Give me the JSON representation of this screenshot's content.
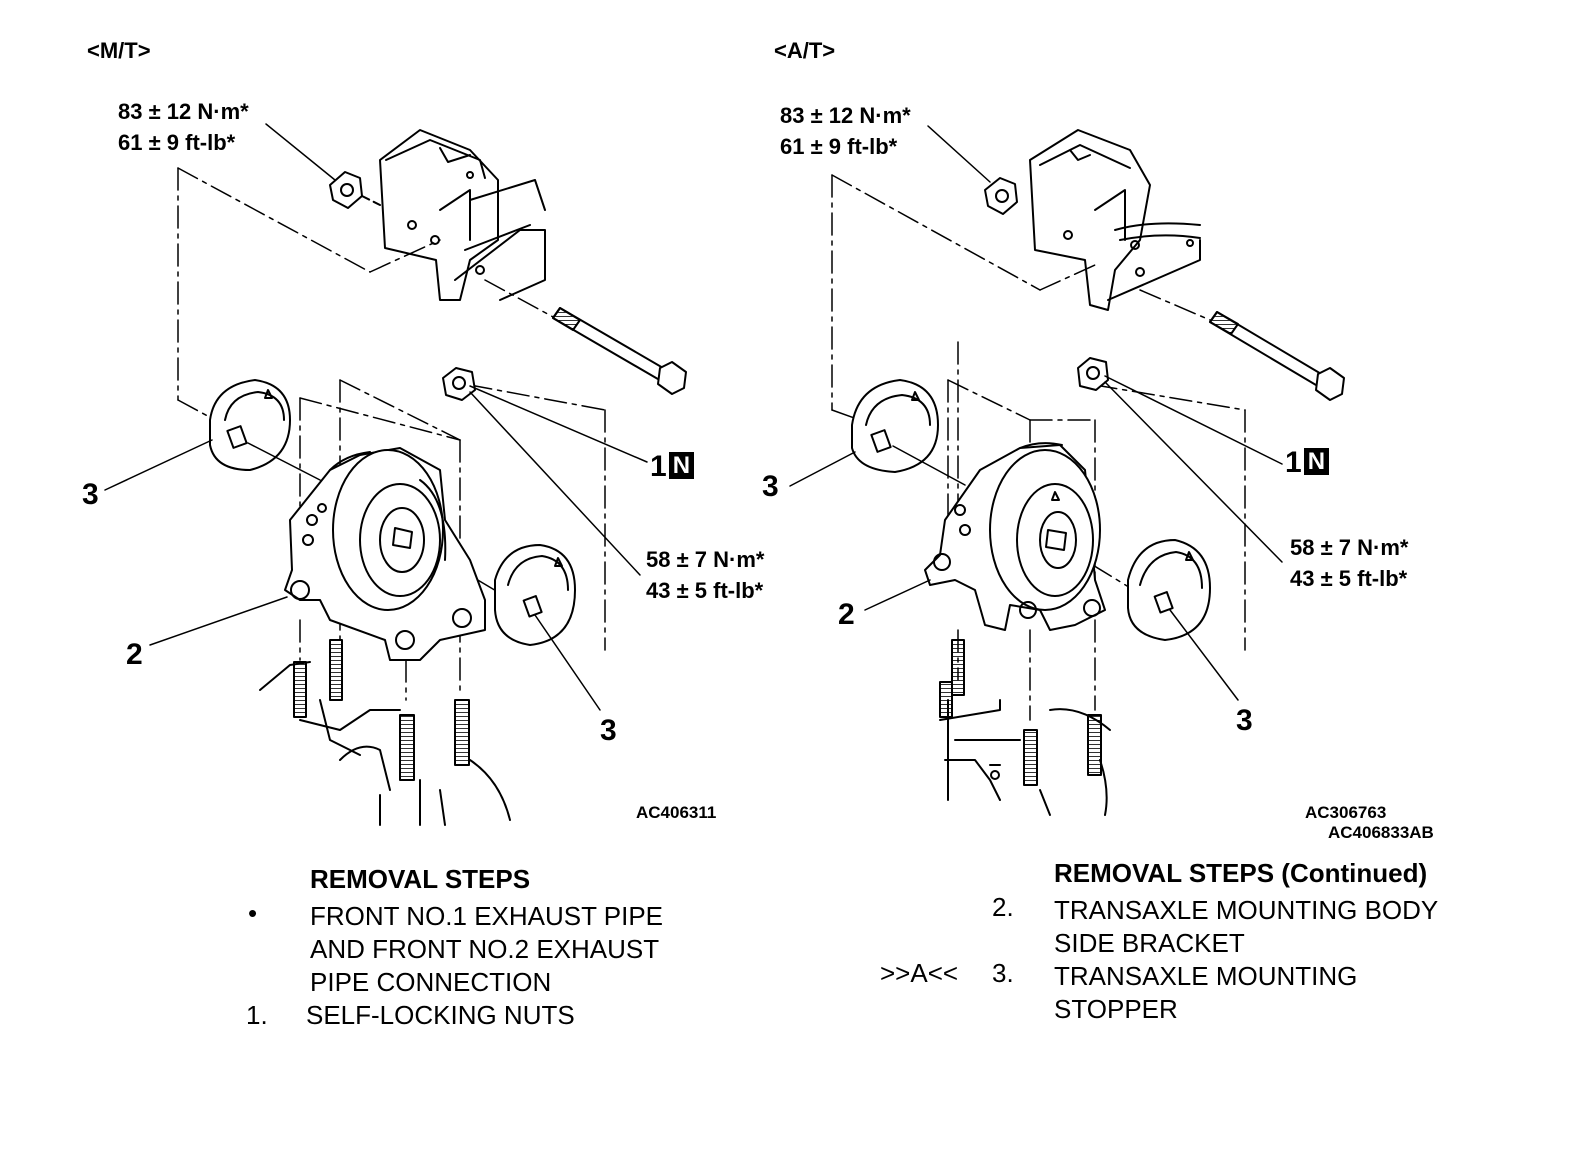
{
  "left_panel": {
    "header": "<M/T>",
    "torque_top": [
      "83 ± 12 N·m*",
      "61 ± 9 ft-lb*"
    ],
    "torque_nut": [
      "58 ± 7 N·m*",
      "43 ± 5 ft-lb*"
    ],
    "callouts": {
      "nut": "1",
      "bracket": "2",
      "stopper_left": "3",
      "stopper_right": "3"
    },
    "nut_badge": "N",
    "figure_code": "AC406311"
  },
  "right_panel": {
    "header": "<A/T>",
    "torque_top": [
      "83 ± 12 N·m*",
      "61 ± 9 ft-lb*"
    ],
    "torque_nut": [
      "58 ± 7 N·m*",
      "43 ± 5 ft-lb*"
    ],
    "callouts": {
      "nut": "1",
      "bracket": "2",
      "stopper_left": "3",
      "stopper_right": "3"
    },
    "nut_badge": "N",
    "figure_code_1": "AC306763",
    "figure_code_2": "AC406833",
    "figure_code_suffix": "AB"
  },
  "removal_steps": {
    "title": "REMOVAL STEPS",
    "items": [
      {
        "marker": "•",
        "lines": [
          "FRONT NO.1 EXHAUST PIPE",
          "AND FRONT NO.2 EXHAUST",
          "PIPE CONNECTION"
        ]
      },
      {
        "marker": "1.",
        "lines": [
          "SELF-LOCKING NUTS"
        ]
      }
    ]
  },
  "removal_steps_continued": {
    "title": "REMOVAL STEPS (Continued)",
    "items": [
      {
        "ref": "",
        "marker": "2.",
        "lines": [
          "TRANSAXLE MOUNTING BODY",
          "SIDE BRACKET"
        ]
      },
      {
        "ref": ">>A<<",
        "marker": "3.",
        "lines": [
          "TRANSAXLE MOUNTING",
          "STOPPER"
        ]
      }
    ]
  }
}
